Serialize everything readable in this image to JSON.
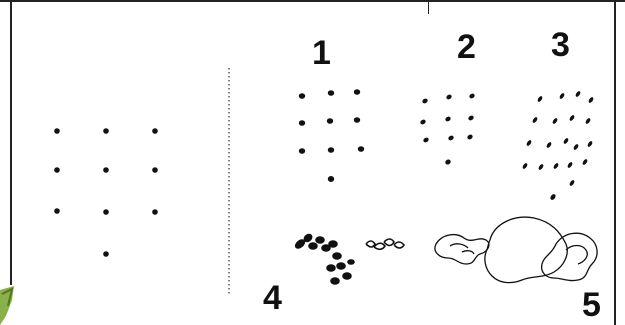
{
  "labels": {
    "one": "1",
    "two": "2",
    "three": "3",
    "four": "4",
    "five": "5"
  },
  "colors": {
    "ink": "#111111",
    "background": "#ffffff",
    "divider": "#555555",
    "leaf_accent": "#8ab04a"
  }
}
